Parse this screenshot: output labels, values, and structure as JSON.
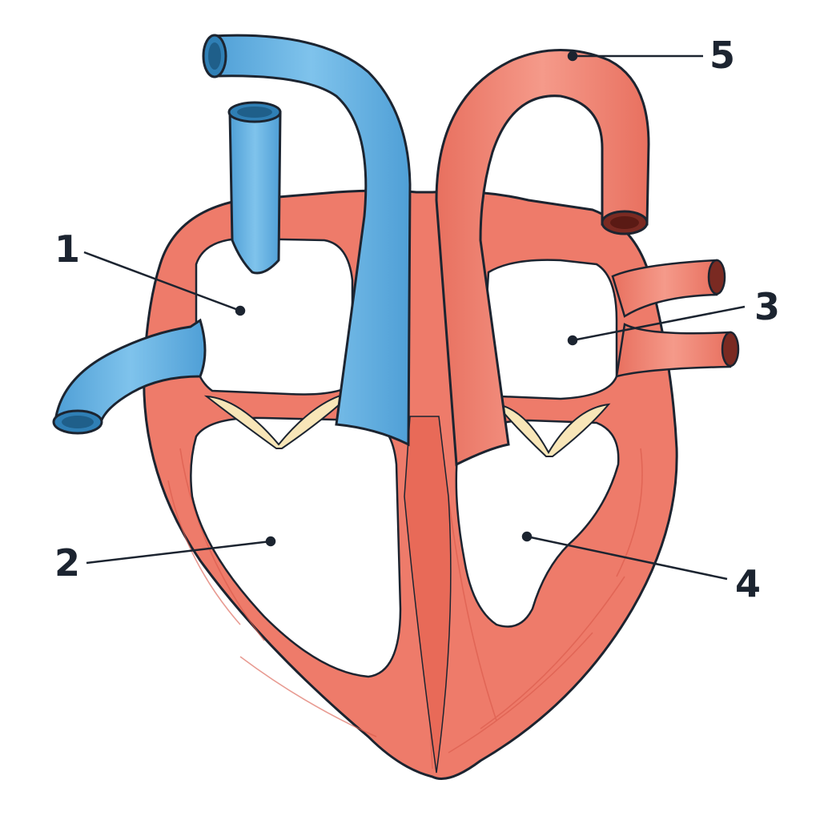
{
  "labels": {
    "l1": "1",
    "l2": "2",
    "l3": "3",
    "l4": "4",
    "l5": "5"
  },
  "colors": {
    "muscle": "#ee7b6a",
    "muscle_light": "#f4998a",
    "muscle_dark": "#d9594a",
    "vein_blue": "#5aaee0",
    "vein_blue_light": "#8ccaf0",
    "vein_blue_dark": "#2f7fb5",
    "valve": "#f8e6b8",
    "outline": "#1c2430",
    "chamber": "#ffffff"
  }
}
